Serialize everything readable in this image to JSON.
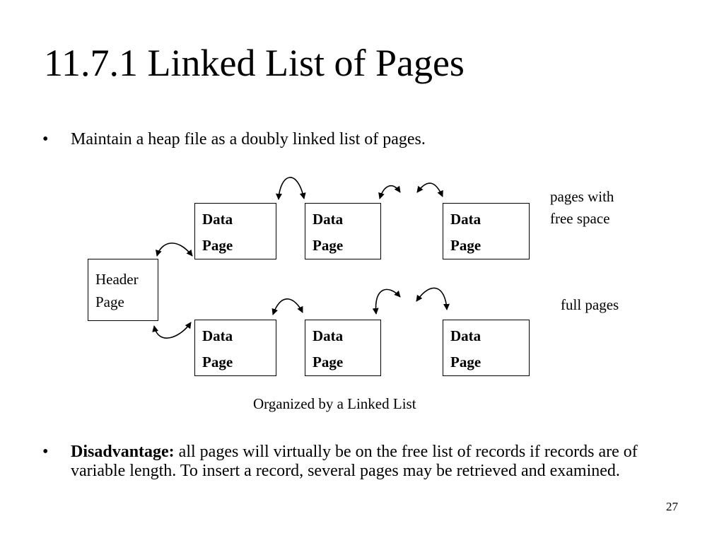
{
  "slide": {
    "title": "11.7.1 Linked List of Pages",
    "page_number": "27"
  },
  "bullets": [
    {
      "marker": "•",
      "text": "Maintain a heap file as a doubly linked list of pages."
    },
    {
      "marker": "•",
      "bold_lead": "Disadvantage:",
      "text": " all pages will virtually be on the free list of records if records are of variable length. To insert a record, several pages may be retrieved and examined."
    }
  ],
  "diagram": {
    "header_page": {
      "line1": "Header",
      "line2": "Page"
    },
    "free_row": [
      {
        "line1": "Data",
        "line2": "Page"
      },
      {
        "line1": "Data",
        "line2": "Page"
      },
      {
        "line1": "Data",
        "line2": "Page"
      }
    ],
    "full_row": [
      {
        "line1": "Data",
        "line2": "Page"
      },
      {
        "line1": "Data",
        "line2": "Page"
      },
      {
        "line1": "Data",
        "line2": "Page"
      }
    ],
    "free_label": {
      "line1": "pages with",
      "line2": "free space"
    },
    "full_label": "full pages",
    "caption": "Organized by a Linked List"
  }
}
